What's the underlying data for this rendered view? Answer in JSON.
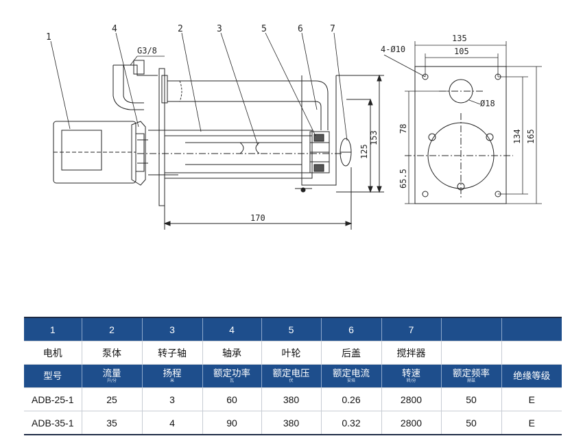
{
  "drawing": {
    "callouts": [
      "1",
      "4",
      "2",
      "3",
      "5",
      "6",
      "7"
    ],
    "pipe_thread": "G3/8",
    "dim_length": "170",
    "dim_125": "125",
    "dim_153": "153",
    "flange": {
      "hole_spec": "4-Ø10",
      "width_outer": "135",
      "width_inner": "105",
      "center_hole": "Ø18",
      "height_inner": "134",
      "height_outer": "165",
      "offset_78": "78",
      "offset_65": "65.5"
    }
  },
  "table": {
    "index_row": [
      "1",
      "2",
      "3",
      "4",
      "5",
      "6",
      "7",
      "",
      ""
    ],
    "part_names": [
      "电机",
      "泵体",
      "转子轴",
      "轴承",
      "叶轮",
      "后盖",
      "搅拌器",
      "",
      ""
    ],
    "spec_headers": [
      {
        "label": "型号",
        "unit": ""
      },
      {
        "label": "流量",
        "unit": "升/分"
      },
      {
        "label": "扬程",
        "unit": "米"
      },
      {
        "label": "额定功率",
        "unit": "瓦"
      },
      {
        "label": "额定电压",
        "unit": "伏"
      },
      {
        "label": "额定电流",
        "unit": "安培"
      },
      {
        "label": "转速",
        "unit": "转/分"
      },
      {
        "label": "额定频率",
        "unit": "赫兹"
      },
      {
        "label": "绝缘等级",
        "unit": ""
      }
    ],
    "rows": [
      [
        "ADB-25-1",
        "25",
        "3",
        "60",
        "380",
        "0.26",
        "2800",
        "50",
        "E"
      ],
      [
        "ADB-35-1",
        "35",
        "4",
        "90",
        "380",
        "0.32",
        "2800",
        "50",
        "E"
      ]
    ]
  }
}
